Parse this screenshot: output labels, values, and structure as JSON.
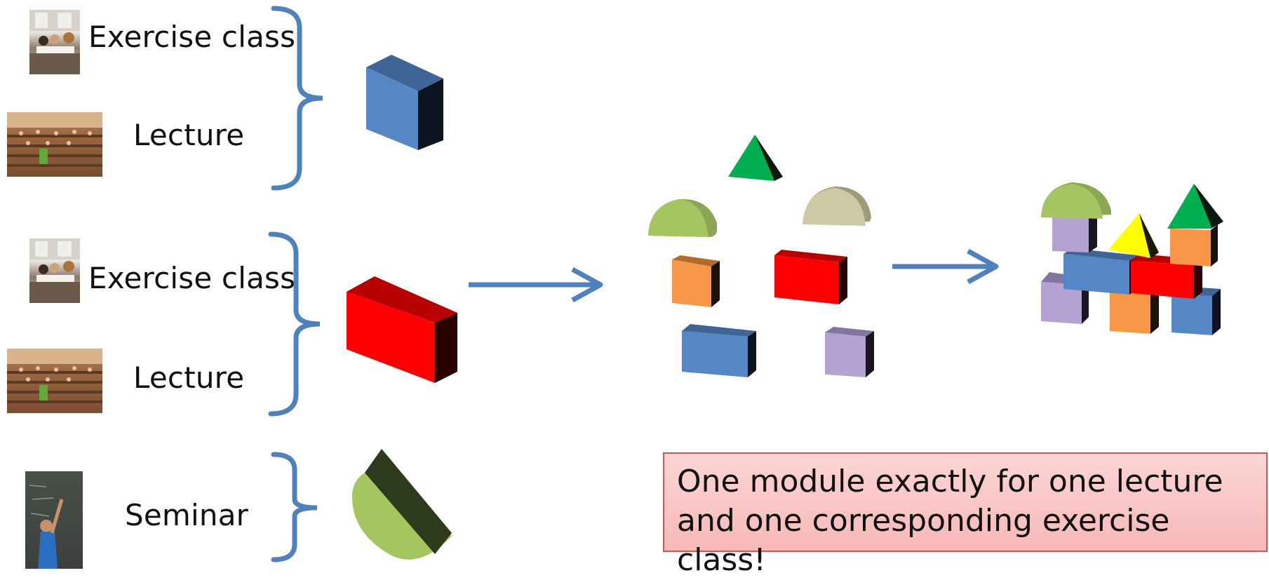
{
  "groups": [
    {
      "items": [
        {
          "label": "Exercise class",
          "photo": "classroom-photo"
        },
        {
          "label": "Lecture",
          "photo": "lecture-hall-photo"
        }
      ],
      "module_shape": "blue-block"
    },
    {
      "items": [
        {
          "label": "Exercise class",
          "photo": "classroom-photo"
        },
        {
          "label": "Lecture",
          "photo": "lecture-hall-photo"
        }
      ],
      "module_shape": "red-block"
    },
    {
      "items": [
        {
          "label": "Seminar",
          "photo": "seminar-photo"
        }
      ],
      "module_shape": "green-half-disc"
    }
  ],
  "callout": {
    "text": "One module exactly for one lecture and one corresponding exercise class!"
  },
  "colors": {
    "brace": "#4f81bd",
    "arrow": "#4f81bd",
    "callout_fill": "#f9c4c4",
    "callout_border": "#d9534f"
  }
}
